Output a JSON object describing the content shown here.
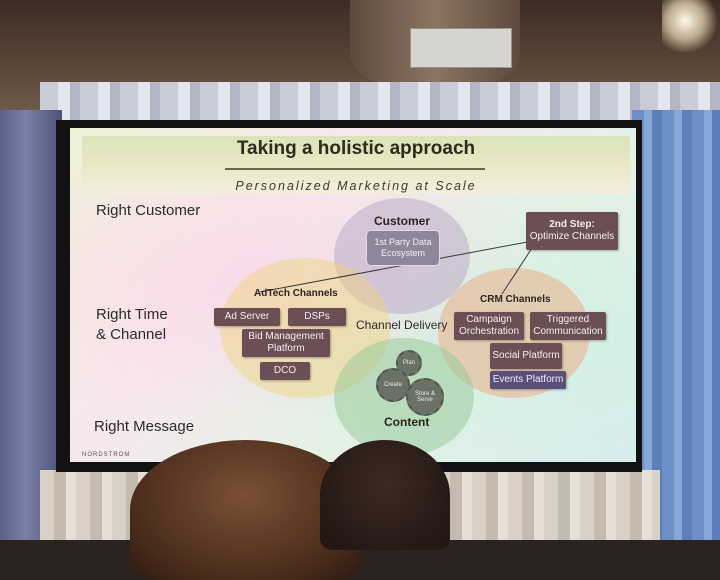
{
  "slide": {
    "title": "Taking a holistic approach",
    "subtitle": "Personalized Marketing at Scale",
    "footer_brand": "NORDSTROM",
    "row_labels": {
      "customer": "Right Customer",
      "time_channel_line1": "Right Time",
      "time_channel_line2": "& Channel",
      "message": "Right Message"
    },
    "customer": {
      "label": "Customer",
      "db_line1": "1st Party Data",
      "db_line2": "Ecosystem"
    },
    "step2": {
      "line1": "2nd Step:",
      "line2": "Optimize Channels"
    },
    "adtech": {
      "label": "AdTech Channels",
      "items": [
        "Ad Server",
        "DSPs",
        "Bid Management Platform",
        "DCO"
      ]
    },
    "crm": {
      "label": "CRM Channels",
      "items": [
        "Campaign Orchestration",
        "Triggered Communication",
        "Social Platform",
        "Events Platform"
      ]
    },
    "channel_delivery": "Channel Delivery",
    "content": {
      "label": "Content",
      "gears": [
        "Plan",
        "Create",
        "Store & Serve"
      ]
    }
  }
}
